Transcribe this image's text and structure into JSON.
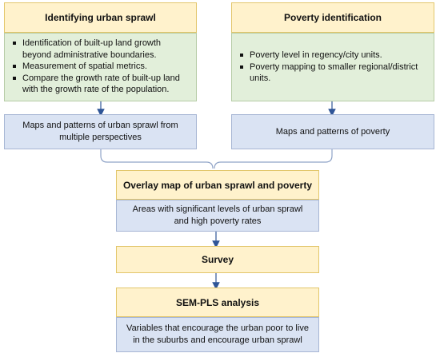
{
  "left": {
    "title": "Identifying urban sprawl",
    "bullets": [
      "Identification of built-up land growth beyond administrative boundaries.",
      "Measurement of spatial metrics.",
      "Compare the growth rate of built-up land with the growth rate of the population."
    ],
    "result": "Maps and patterns of urban sprawl from multiple perspectives"
  },
  "right": {
    "title": "Poverty identification",
    "bullets": [
      "Poverty level in regency/city units.",
      "Poverty mapping to smaller regional/district units."
    ],
    "result": "Maps and patterns of poverty"
  },
  "overlay": {
    "title": "Overlay map of urban sprawl and poverty",
    "result": "Areas with significant levels of urban sprawl and high poverty rates"
  },
  "survey": {
    "title": "Survey"
  },
  "sempls": {
    "title": "SEM-PLS analysis",
    "result": "Variables that encourage the urban poor to live in the suburbs and encourage urban sprawl"
  },
  "colors": {
    "title_fill": "#fff2cc",
    "bullet_fill": "#e2efda",
    "result_fill": "#dae3f3",
    "connector": "#2f5597"
  }
}
